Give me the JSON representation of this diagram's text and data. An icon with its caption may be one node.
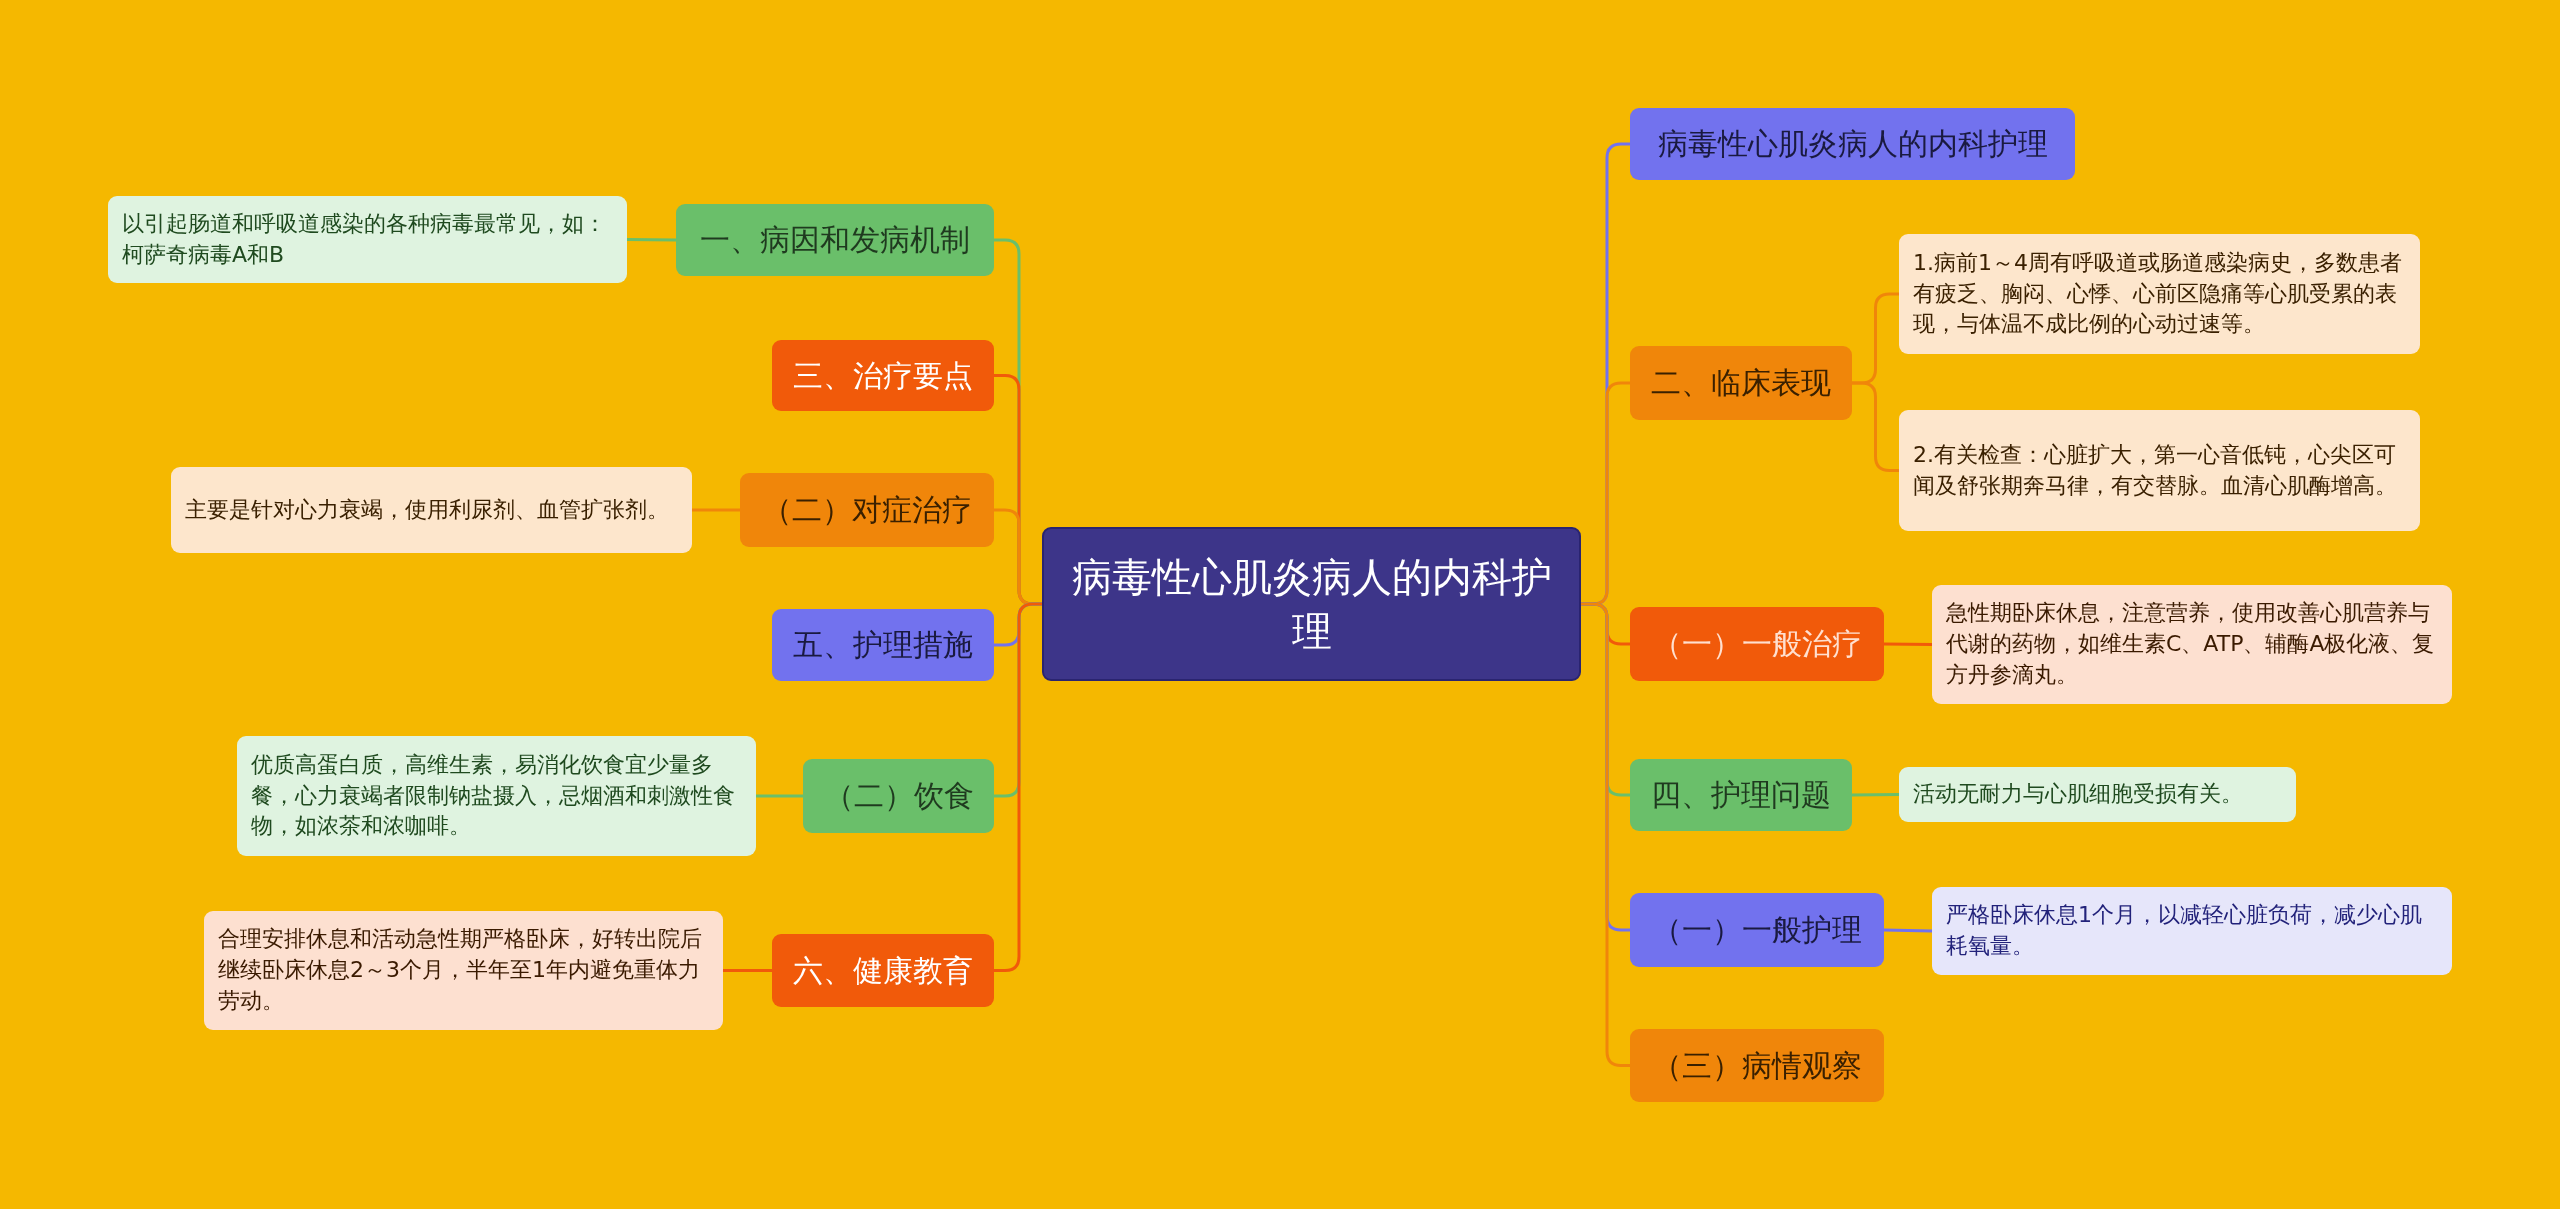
{
  "diagram": {
    "nodes": [
      {
        "text": [
          "病毒性心肌炎病人的内科护理"
        ]
      },
      {
        "text": [
          "一、病因和发病机制"
        ]
      },
      {
        "text": [
          "以引起肠道和呼吸道感染的各种病毒最常见，如：柯萨奇病毒A和B"
        ]
      },
      {
        "text": [
          "三、治疗要点"
        ]
      },
      {
        "text": [
          "（二）对症治疗"
        ]
      },
      {
        "text": [
          "主要是针对心力衰竭，使用利尿剂、血管扩张剂。"
        ]
      },
      {
        "text": [
          "五、护理措施"
        ]
      },
      {
        "text": [
          "（二）饮食"
        ]
      },
      {
        "text": [
          "优质高蛋白质，高维生素，易消化饮食宜少量多餐，心力衰竭者限制钠盐摄入，忌烟酒和刺激性食物，如浓茶和浓咖啡。"
        ]
      },
      {
        "text": [
          "六、健康教育"
        ]
      },
      {
        "text": [
          "合理安排休息和活动急性期严格卧床，好转出院后继续卧床休息2～3个月，半年至1年内避免重体力劳动。"
        ]
      },
      {
        "text": [
          "病毒性心肌炎病人的内科护理"
        ]
      },
      {
        "text": [
          "二、临床表现"
        ]
      },
      {
        "text": [
          "1.病前1～4周有呼吸道或肠道感染病史，多数患者有疲乏、胸闷、心悸、心前区隐痛等心肌受累的表现，与体温不成比例的心动过速等。"
        ]
      },
      {
        "text": [
          "2.有关检查：心脏扩大，第一心音低钝，心尖区可闻及舒张期奔马律，有交替脉。血清心肌酶增高。"
        ]
      },
      {
        "text": [
          "（一）一般治疗"
        ]
      },
      {
        "text": [
          "急性期卧床休息，注意营养，使用改善心肌营养与代谢的药物，如维生素C、ATP、辅酶A极化液、复方丹参滴丸。"
        ]
      },
      {
        "text": [
          "四、护理问题"
        ]
      },
      {
        "text": [
          "活动无耐力与心肌细胞受损有关。"
        ]
      },
      {
        "text": [
          "（一）一般护理"
        ]
      },
      {
        "text": [
          "严格卧床休息1个月，以减轻心脏负荷，减少心肌耗氧量。"
        ]
      },
      {
        "text": [
          "（三）病情观察"
        ]
      }
    ],
    "edges": [
      {
        "from": 0,
        "to": 1,
        "arrow": "none",
        "color": "#6abf6a"
      },
      {
        "from": 1,
        "to": 2,
        "arrow": "none",
        "color": "#6abf6a"
      },
      {
        "from": 0,
        "to": 3,
        "arrow": "none",
        "color": "#f15a0a"
      },
      {
        "from": 0,
        "to": 4,
        "arrow": "none",
        "color": "#f0860a"
      },
      {
        "from": 4,
        "to": 5,
        "arrow": "none",
        "color": "#f0860a"
      },
      {
        "from": 0,
        "to": 6,
        "arrow": "none",
        "color": "#7272ee"
      },
      {
        "from": 0,
        "to": 7,
        "arrow": "none",
        "color": "#6abf6a"
      },
      {
        "from": 7,
        "to": 8,
        "arrow": "none",
        "color": "#6abf6a"
      },
      {
        "from": 0,
        "to": 9,
        "arrow": "none",
        "color": "#f15a0a"
      },
      {
        "from": 9,
        "to": 10,
        "arrow": "none",
        "color": "#f15a0a"
      },
      {
        "from": 0,
        "to": 11,
        "arrow": "none",
        "color": "#7272ee"
      },
      {
        "from": 0,
        "to": 12,
        "arrow": "none",
        "color": "#f0860a"
      },
      {
        "from": 12,
        "to": 13,
        "arrow": "none",
        "color": "#f0860a"
      },
      {
        "from": 12,
        "to": 14,
        "arrow": "none",
        "color": "#f0860a"
      },
      {
        "from": 0,
        "to": 15,
        "arrow": "none",
        "color": "#f15a0a"
      },
      {
        "from": 15,
        "to": 16,
        "arrow": "none",
        "color": "#f15a0a"
      },
      {
        "from": 0,
        "to": 17,
        "arrow": "none",
        "color": "#6abf6a"
      },
      {
        "from": 17,
        "to": 18,
        "arrow": "none",
        "color": "#6abf6a"
      },
      {
        "from": 0,
        "to": 19,
        "arrow": "none",
        "color": "#7272ee"
      },
      {
        "from": 19,
        "to": 20,
        "arrow": "none",
        "color": "#7272ee"
      },
      {
        "from": 0,
        "to": 21,
        "arrow": "none",
        "color": "#f0860a"
      }
    ]
  }
}
